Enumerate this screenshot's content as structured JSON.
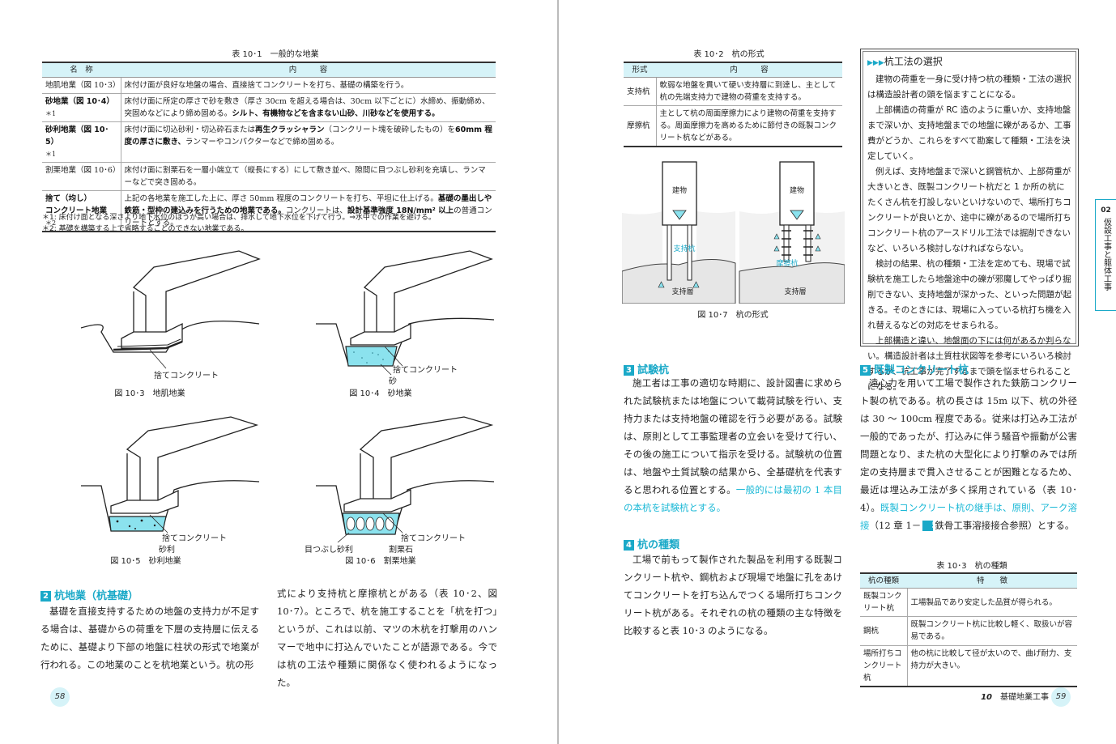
{
  "left": {
    "table1": {
      "caption": "表 10･1　一般的な地業",
      "headers": [
        "名　称",
        "内　　　容"
      ],
      "rows": [
        {
          "name": "地肌地業（図 10･3）",
          "note": "",
          "content": "床付け面が良好な地盤の場合、直接捨てコンクリートを打ち、基礎の構築を行う。"
        },
        {
          "name": "砂地業（図 10･4）",
          "note": "＊1",
          "content_a": "床付け面に所定の厚さで砂を敷き（厚さ 30cm を超える場合は、30cm 以下ごとに）水締め、振動締め、突固めなどにより締め固める。",
          "content_b": "シルト、有機物などを含まない山砂、川砂などを使用する。"
        },
        {
          "name": "砂利地業（図 10･5）",
          "note": "＊1",
          "content_a": "床付け面に切込砂利・切込砕石または",
          "content_b": "再生クラッシャラン",
          "content_c": "（コンクリート塊を破砕したもの）を",
          "content_d": "60mm 程度の厚さに敷き、",
          "content_e": "ランマーやコンパクターなどで締め固める。"
        },
        {
          "name": "割栗地業（図 10･6）",
          "note": "",
          "content": "床付け面に割栗石を一層小端立て（縦長にする）にして敷き並べ、隙間に目つぶし砂利を充填し、ランマーなどで突き固める。"
        },
        {
          "name_a": "捨て（均し）",
          "name_b": "コンクリート地業",
          "note": "＊2",
          "content_a": "上記の各地業を施工した上に、厚さ 50mm 程度のコンクリートを打ち、平坦に仕上げる。",
          "content_b": "基礎の墨出しや鉄筋・型枠の建込みを行うための地業である。",
          "content_c": "コンクリートは、",
          "content_d": "設計基準強度 18N/mm² 以上",
          "content_e": "の普通コンリートとする。"
        }
      ],
      "footnotes": [
        "＊1: 床付け面となる深さより地下水位のほうが高い場合は、排水して地下水位を下げて行う。⇒水中での作業を避ける。",
        "＊2: 基礎を構築する上で省略することのできない地業である。"
      ]
    },
    "figures": {
      "fig3": {
        "caption": "図 10･3　地肌地業",
        "label1": "捨てコンクリート"
      },
      "fig4": {
        "caption": "図 10･4　砂地業",
        "label1": "捨てコンクリート",
        "label2": "砂"
      },
      "fig5": {
        "caption": "図 10･5　砂利地業",
        "label1": "捨てコンクリート",
        "label2": "砂利"
      },
      "fig6": {
        "caption": "図 10･6　割栗地業",
        "label1": "捨てコンクリート",
        "label2": "目つぶし砂利",
        "label3": "割栗石"
      }
    },
    "section2": {
      "num": "2",
      "title": "杭地業（杭基礎）",
      "col1": "基礎を直接支持するための地盤の支持力が不足する場合は、基礎からの荷重を下層の支持層に伝えるために、基礎より下部の地盤に柱状の形式で地業が行われる。この地業のことを杭地業という。杭の形",
      "col2": "式により支持杭と摩擦杭とがある（表 10･2、図 10･7）。ところで、杭を施工することを「杭を打つ」というが、これは以前、マツの木杭を打撃用のハンマーで地中に打込んでいたことが語源である。今では杭の工法や種類に関係なく使われるようになった。"
    },
    "page_number": "58"
  },
  "right": {
    "table2": {
      "caption": "表 10･2　杭の形式",
      "headers": [
        "形式",
        "内　　　容"
      ],
      "rows": [
        {
          "name": "支持杭",
          "content": "軟弱な地盤を貫いて硬い支持層に到達し、主として杭の先端支持力で建物の荷重を支持する。"
        },
        {
          "name": "摩擦杭",
          "content": "主として杭の周面摩擦力により建物の荷重を支持する。周面摩擦力を高めるために節付きの既製コンクリート杭などがある。"
        }
      ]
    },
    "fig7": {
      "caption": "図 10･7　杭の形式",
      "building": "建物",
      "pile1": "支持杭",
      "pile2": "摩擦杭",
      "layer": "支持層"
    },
    "box": {
      "title": "杭工法の選択",
      "paragraphs": [
        "建物の荷重を一身に受け持つ杭の種類・工法の選択は構造設計者の頭を悩ますことになる。",
        "上部構造の荷重が RC 造のように重いか、支持地盤まで深いか、支持地盤までの地盤に礫があるか、工事費がどうか、これらをすべて勘案して種類・工法を決定していく。",
        "例えば、支持地盤まで深いと鋼管杭か、上部荷重が大きいとき、既製コンクリート杭だと 1 か所の杭にたくさん杭を打設しないといけないので、場所打ちコンクリートが良いとか、途中に礫があるので場所打ちコンクリート杭のアースドリル工法では掘削できないなど、いろいろ検討しなければならない。",
        "検討の結果、杭の種類・工法を定めても、現場で試験杭を施工したら地盤途中の礫が邪魔してやっぱり掘削できない、支持地盤が深かった、といった問題が起きる。そのときには、現場に入っている杭打ち機を入れ替えるなどの対応をせまられる。",
        "上部構造と違い、地盤面の下には何があるか判らない。構造設計者は土質柱状図等を参考にいろいろ検討するが、杭工事が完了するまで頭を悩ませられることになる。"
      ]
    },
    "section3": {
      "num": "3",
      "title": "試験杭",
      "text": "施工者は工事の適切な時期に、設計図書に求められた試験杭または地盤について載荷試験を行い、支持力または支持地盤の確認を行う必要がある。試験は、原則として工事監理者の立会いを受けて行い、その後の施工について指示を受ける。試験杭の位置は、地盤や土質試験の結果から、全基礎杭を代表すると思われる位置とする。",
      "highlight": "一般的には最初の 1 本目の本杭を試験杭とする。"
    },
    "section4": {
      "num": "4",
      "title": "杭の種類",
      "text": "工場で前もって製作された製品を利用する既製コンクリート杭や、鋼杭および現場で地盤に孔をあけてコンクリートを打ち込んでつくる場所打ちコンクリート杭がある。それぞれの杭の種類の主な特徴を比較すると表 10･3 のようになる。"
    },
    "section5": {
      "num": "5",
      "title": "既製コンクリート杭",
      "text": "遠心力を用いて工場で製作された鉄筋コンクリート製の杭である。杭の長さは 15m 以下、杭の外径は 30 ～ 100cm 程度である。従来は打込み工法が一般的であったが、打込みに伴う騒音や振動が公害問題となり、また杭の大型化により打撃のみでは所定の支持層まで貫入させることが困難となるため、最近は埋込み工法が多く採用されている（表 10･4）。",
      "highlight": "既製コンクリート杭の継手は、原則、アーク溶接",
      "tail": "（12 章 1－",
      "ref_num": "5",
      "tail2": "鉄骨工事溶接接合参照）とする。"
    },
    "table3": {
      "caption": "表 10･3　杭の種類",
      "headers": [
        "杭の種類",
        "特　　徴"
      ],
      "rows": [
        {
          "name": "既製コンクリート杭",
          "content": "工場製品であり安定した品質が得られる。"
        },
        {
          "name": "鋼杭",
          "content": "既製コンクリート杭に比較し軽く、取扱いが容易である。"
        },
        {
          "name": "場所打ちコンクリート杭",
          "content": "他の杭に比較して径が太いので、曲げ耐力、支持力が大きい。"
        }
      ]
    },
    "side_tab": {
      "num": "02",
      "label": "仮設工事と躯体工事"
    },
    "footer_chapter": "10",
    "footer_title": "基礎地業工事",
    "page_number": "59"
  }
}
